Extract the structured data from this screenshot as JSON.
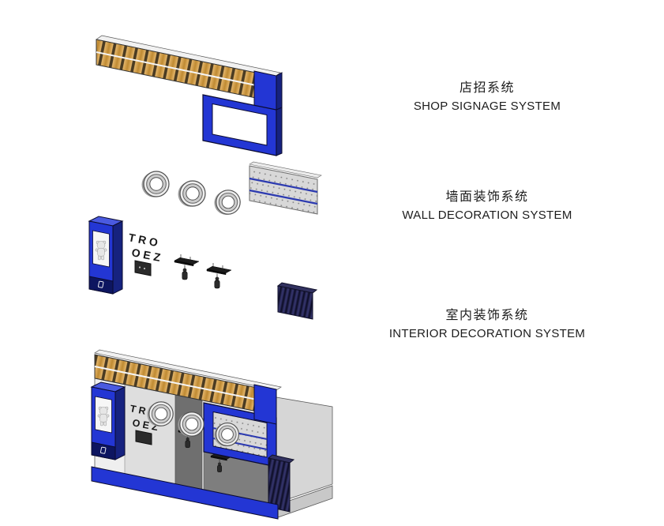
{
  "page": {
    "background": "#ffffff",
    "description": "Exploded axonometric diagram of a shop facade showing three design systems"
  },
  "colors": {
    "accent_blue": "#2336d4",
    "deep_blue": "#16227f",
    "navy_base": "#0d1560",
    "slat_wood": "#c9943a",
    "panel_gray": "#d6d6d6",
    "label_text": "#1c1c1c"
  },
  "labels": [
    {
      "zh": "店招系统",
      "en": "SHOP SIGNAGE SYSTEM"
    },
    {
      "zh": "墙面装饰系统",
      "en": "WALL DECORATION SYSTEM"
    },
    {
      "zh": "室内装饰系统",
      "en": "INTERIOR DECORATION SYSTEM"
    }
  ],
  "illustration": {
    "letters_line1": "TRO",
    "letters_line2": "OEZ"
  }
}
